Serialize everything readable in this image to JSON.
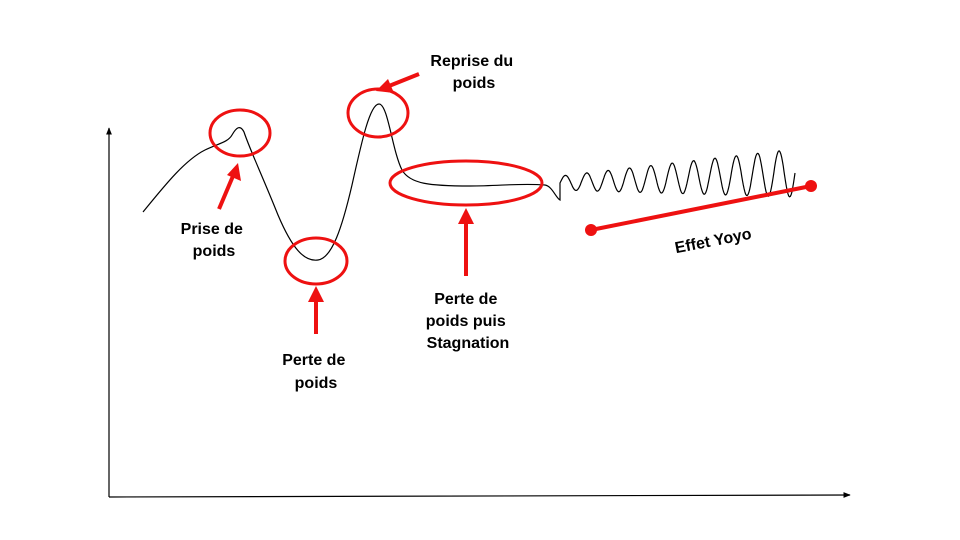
{
  "colors": {
    "background": "#ffffff",
    "curve": "#000000",
    "axes": "#000000",
    "annotation": "#ee1111"
  },
  "annotations": {
    "prise": {
      "line1": "Prise de",
      "line2": "poids"
    },
    "perte": {
      "line1": "Perte de",
      "line2": "poids"
    },
    "reprise": {
      "line1": "Reprise du",
      "line2": "poids"
    },
    "stagnation": {
      "line1": "Perte de",
      "line2": "poids puis",
      "line3": "Stagnation"
    },
    "yoyo": {
      "label": "Effet Yoyo"
    }
  }
}
